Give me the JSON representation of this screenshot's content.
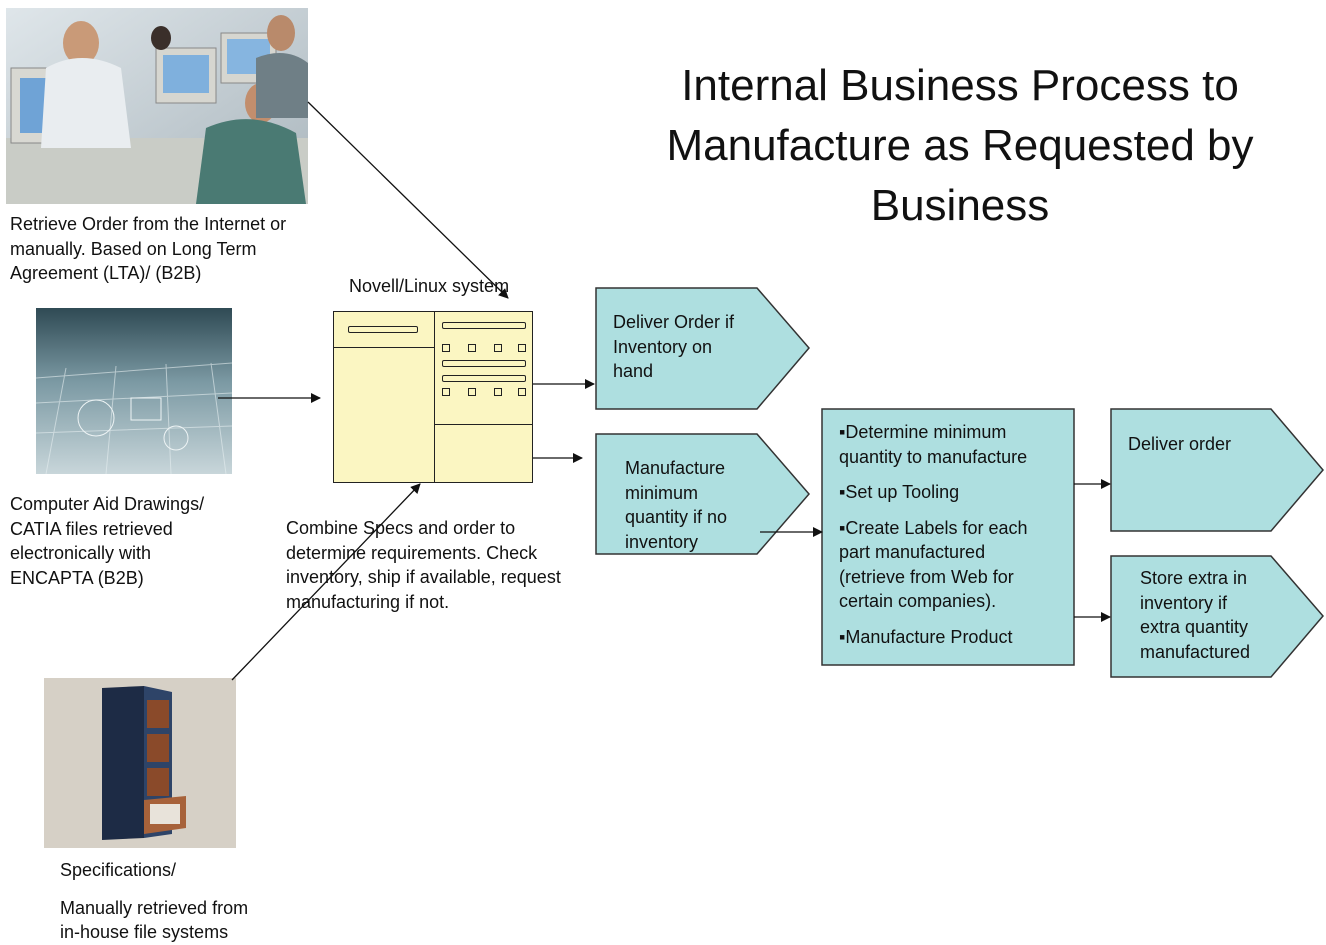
{
  "title": {
    "line1": "Internal Business Process to",
    "line2": "Manufacture as Requested by",
    "line3": "Business"
  },
  "order_source": {
    "image": "office-workers-at-computers-photo",
    "caption": [
      "Retrieve Order from the Internet or",
      "manually. Based on Long Term",
      "Agreement  (LTA)/  (B2B)"
    ]
  },
  "drawings_source": {
    "image": "engineering-drawings-photo",
    "caption": [
      "Computer Aid Drawings/",
      "CATIA files retrieved",
      "electronically  with",
      "ENCAPTA (B2B)"
    ]
  },
  "specs_source": {
    "image": "filing-cabinet-illustration",
    "caption_line1": "Specifications/",
    "caption_line2": "Manually  retrieved from",
    "caption_line3": "in-house file systems"
  },
  "system": {
    "label": "Novell/Linux system",
    "icon": "server-rack-icon",
    "description": [
      "Combine Specs and order to",
      "determine requirements.  Check",
      "inventory, ship if available, request",
      "manufacturing if not."
    ]
  },
  "steps": {
    "deliver_if_inventory": [
      "Deliver Order if",
      "Inventory on",
      "hand"
    ],
    "manufacture_minimum": [
      "Manufacture",
      "minimum",
      "quantity  if no",
      "inventory"
    ],
    "manufacturing_tasks": [
      [
        "▪Determine minimum",
        "quantity to manufacture"
      ],
      [
        "▪Set up Tooling"
      ],
      [
        "▪Create Labels for each",
        "part manufactured",
        "(retrieve from Web for",
        "certain companies)."
      ],
      [
        "▪Manufacture Product"
      ]
    ],
    "deliver_order": [
      "Deliver order"
    ],
    "store_extra": [
      "Store extra in",
      "inventory if",
      "extra quantity",
      "manufactured"
    ]
  },
  "colors": {
    "step_fill": "#aedfe0",
    "server_fill": "#fbf6c2",
    "line": "#222222"
  }
}
